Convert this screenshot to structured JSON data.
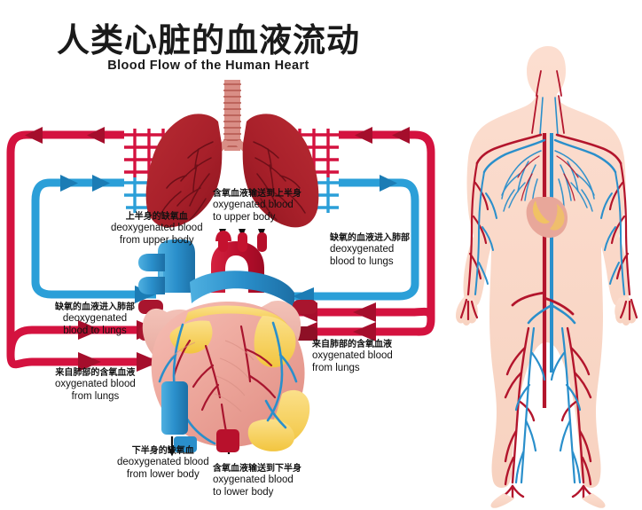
{
  "header": {
    "title_cn": "人类心脏的血液流动",
    "title_en": "Blood Flow of the Human Heart"
  },
  "labels": [
    {
      "id": "deoxygenated-from-upper-body",
      "cn": "上半身的缺氧血",
      "en_line1": "deoxygenated blood",
      "en_line2": "from upper body",
      "color": "#2b9fd8"
    },
    {
      "id": "oxygenated-to-upper-body",
      "cn": "含氧血液输送到上半身",
      "en_line1": "oxygenated blood",
      "en_line2": "to upper body",
      "color": "#d4123f"
    },
    {
      "id": "deoxygenated-to-lungs-right",
      "cn": "缺氧的血液进入肺部",
      "en_line1": "deoxygenated",
      "en_line2": "blood to lungs",
      "color": "#2b9fd8"
    },
    {
      "id": "deoxygenated-to-lungs-left",
      "cn": "缺氧的血液进入肺部",
      "en_line1": "deoxygenated",
      "en_line2": "blood to lungs",
      "color": "#2b9fd8"
    },
    {
      "id": "oxygenated-from-lungs-left",
      "cn": "来自肺部的含氧血液",
      "en_line1": "oxygenated blood",
      "en_line2": "from lungs",
      "color": "#d4123f"
    },
    {
      "id": "oxygenated-from-lungs-right",
      "cn": "来自肺部的含氧血液",
      "en_line1": "oxygenated blood",
      "en_line2": "from lungs",
      "color": "#d4123f"
    },
    {
      "id": "deoxygenated-from-lower-body",
      "cn": "下半身的缺氧血",
      "en_line1": "deoxygenated blood",
      "en_line2": "from lower body",
      "color": "#2b9fd8"
    },
    {
      "id": "oxygenated-to-lower-body",
      "cn": "含氧血液输送到下半身",
      "en_line1": "oxygenated blood",
      "en_line2": "to lower body",
      "color": "#d4123f"
    }
  ],
  "diagram": {
    "organs": {
      "lungs": "lungs-illustration",
      "heart": "heart-illustration",
      "body": "human-circulatory-system-figure"
    },
    "flow_arrows": {
      "oxygenated_label": "oxygenated blood flow",
      "deoxygenated_label": "deoxygenated blood flow"
    }
  },
  "colors": {
    "artery_red": "#d4123f",
    "vein_blue": "#2b9fd8",
    "lung_dark_red": "#a81f28",
    "lung_mid_red": "#b8262f",
    "heart_pink": "#f0a9a0",
    "heart_fat_yellow": "#f7d358",
    "skin": "#f9d9c8",
    "aorta_red": "#c4122f",
    "vena_blue": "#2a8fcb",
    "text_dark": "#111111"
  }
}
